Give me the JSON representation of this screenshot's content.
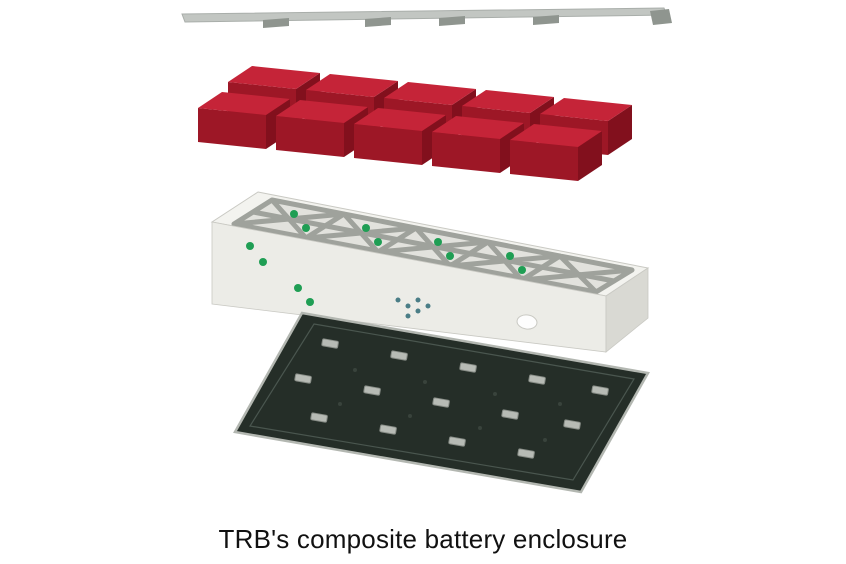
{
  "figure": {
    "caption": "TRB's composite battery enclosure"
  },
  "parts": {
    "top_cover": "top-cover-panel",
    "battery_modules": "battery-module-stack",
    "composite_frame": "composite-frame-tray",
    "base_plate": "base-plate"
  },
  "colors": {
    "background": "#ffffff",
    "lid_top": "#c2c6c2",
    "lid_face": "#a9aeaa",
    "lid_tab": "#8f958f",
    "module_top": "#c52438",
    "module_front": "#9d1726",
    "module_side": "#82101d",
    "frame_rim": "#f3f3ef",
    "frame_floor": "#e2e2dd",
    "frame_wall": "#ecece7",
    "frame_end_wall": "#d9d9d3",
    "frame_edge": "#c9c9c3",
    "lattice": "#9fa29c",
    "fastener_green": "#1f9e54",
    "fastener_teal": "#4a7d86",
    "hole": "#fdfdfd",
    "base_plate": "#252e28",
    "base_rim": "#b3b7b1",
    "base_inner_line": "#4a564f",
    "clip": "#b7bbb5",
    "clip_edge": "#878c86",
    "plate_dot": "#39433c",
    "caption_text": "#111111"
  }
}
